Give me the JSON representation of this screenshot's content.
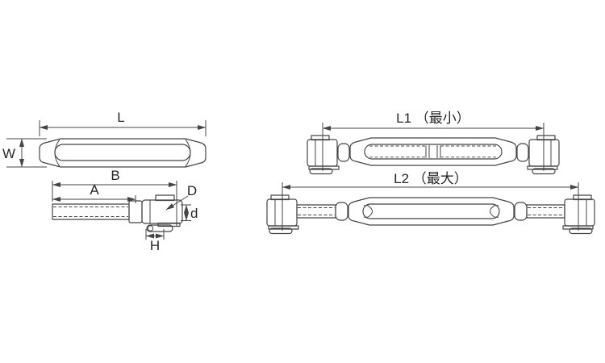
{
  "drawing": {
    "colors": {
      "line": "#454545",
      "text": "#262626",
      "background": "#ffffff"
    },
    "labels": {
      "body_length": "L",
      "body_width": "W",
      "jaw_bolt_overall": "B",
      "thread_length": "A",
      "pin_diameter": "D",
      "pin_hole_diameter": "d",
      "jaw_opening_width": "H",
      "assembled_min_length": "L1 （最小）",
      "assembled_max_length": "L2 （最大）"
    }
  }
}
